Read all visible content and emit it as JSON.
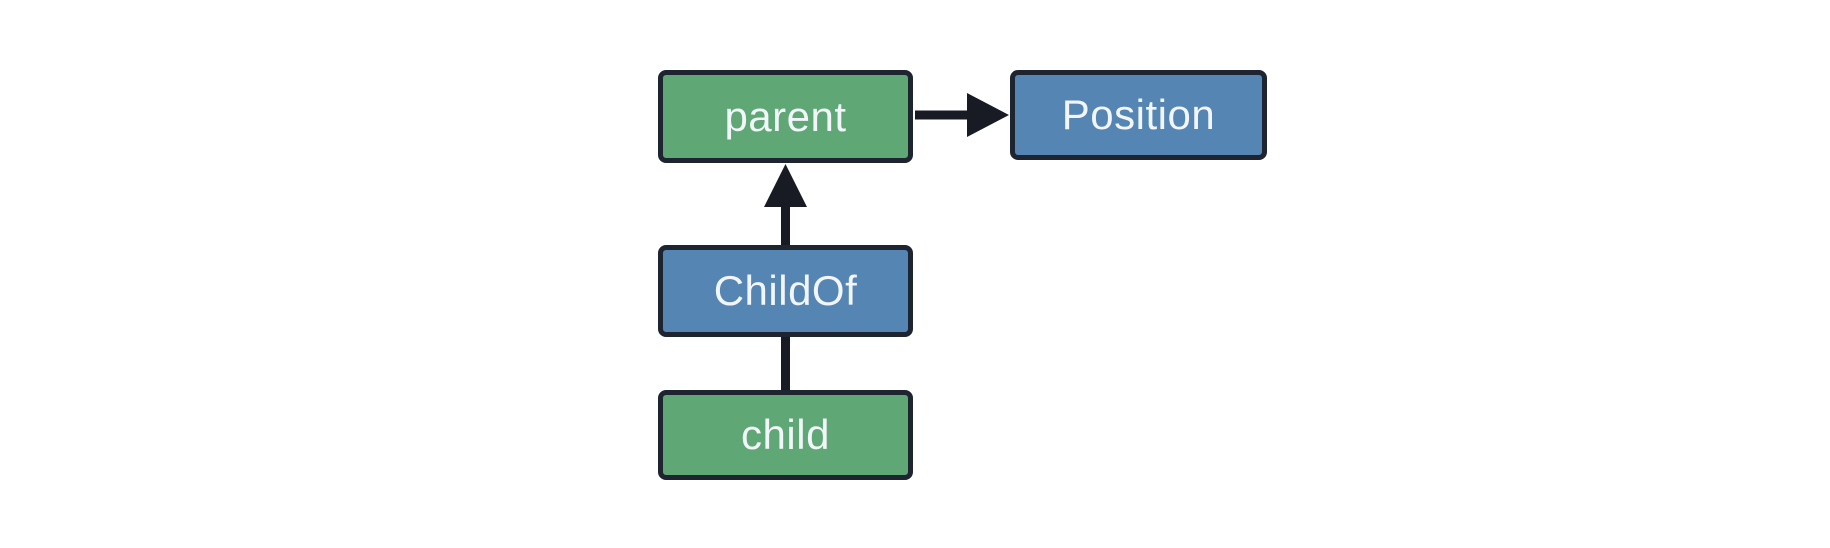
{
  "diagram": {
    "kind": "entity-relationship-graph",
    "background": "#ffffff",
    "nodes": [
      {
        "id": "parent",
        "label": "parent",
        "shape": "rounded-rect",
        "fill": "#5fa876"
      },
      {
        "id": "Position",
        "label": "Position",
        "shape": "rounded-rect",
        "fill": "#5585b3"
      },
      {
        "id": "ChildOf",
        "label": "ChildOf",
        "shape": "rounded-rect",
        "fill": "#5585b3"
      },
      {
        "id": "child",
        "label": "child",
        "shape": "rounded-rect",
        "fill": "#5fa876"
      }
    ],
    "edges": [
      {
        "from": "parent",
        "to": "Position",
        "style": "arrow",
        "direction": "right"
      },
      {
        "from": "ChildOf",
        "to": "parent",
        "style": "arrow",
        "direction": "up"
      },
      {
        "from": "child",
        "to": "ChildOf",
        "style": "line",
        "direction": "up"
      }
    ],
    "colors": {
      "entity_fill": "#5fa876",
      "component_fill": "#5585b3",
      "node_border": "#1e2430",
      "edge": "#181b24",
      "text": "#f2f5f9",
      "background": "#ffffff"
    }
  }
}
